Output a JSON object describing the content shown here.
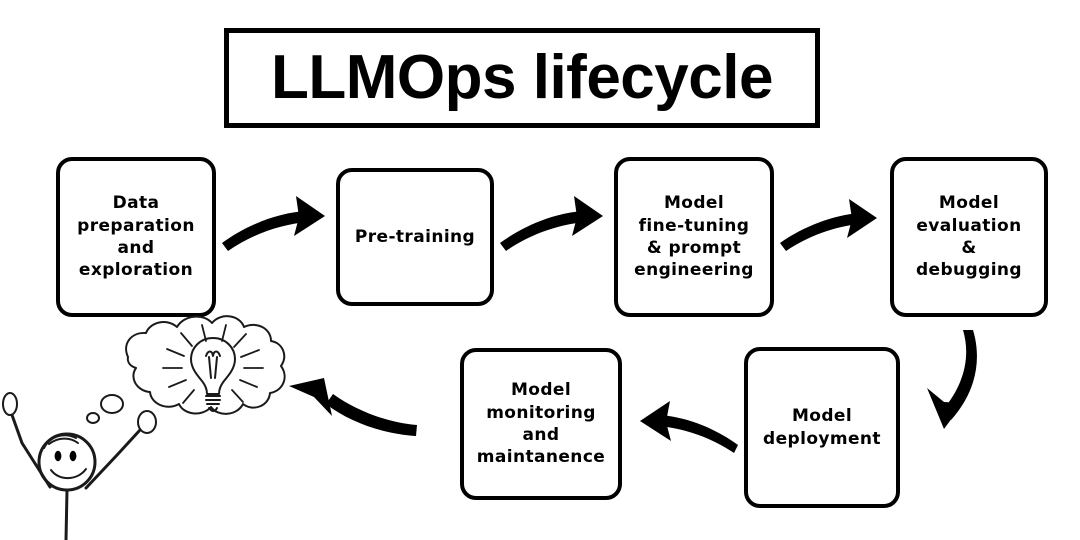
{
  "diagram": {
    "title": "LLMOps lifecycle",
    "type": "process-cycle-flowchart",
    "background_color": "#ffffff",
    "ink_color": "#000000"
  },
  "nodes": [
    {
      "id": "data-preparation",
      "label": "Data\npreparation\nand\nexploration",
      "row": "top",
      "order": 1
    },
    {
      "id": "pre-training",
      "label": "Pre-training",
      "row": "top",
      "order": 2
    },
    {
      "id": "model-fine-tuning",
      "label": "Model\nfine-tuning\n& prompt\nengineering",
      "row": "top",
      "order": 3
    },
    {
      "id": "model-evaluation",
      "label": "Model\nevaluation\n&\ndebugging",
      "row": "top",
      "order": 4
    },
    {
      "id": "model-deployment",
      "label": "Model\ndeployment",
      "row": "bottom",
      "order": 5
    },
    {
      "id": "model-monitoring",
      "label": "Model\nmonitoring\nand\nmaintanence",
      "row": "bottom",
      "order": 6
    }
  ],
  "connectors": [
    {
      "id": "arrow-1",
      "from": "data-preparation",
      "to": "pre-training",
      "direction": "right",
      "style": "curved"
    },
    {
      "id": "arrow-2",
      "from": "pre-training",
      "to": "model-fine-tuning",
      "direction": "right",
      "style": "curved"
    },
    {
      "id": "arrow-3",
      "from": "model-fine-tuning",
      "to": "model-evaluation",
      "direction": "right",
      "style": "curved"
    },
    {
      "id": "arrow-4",
      "from": "model-evaluation",
      "to": "model-deployment",
      "direction": "down-left",
      "style": "curved"
    },
    {
      "id": "arrow-5",
      "from": "model-deployment",
      "to": "model-monitoring",
      "direction": "left",
      "style": "curved"
    },
    {
      "id": "arrow-6",
      "from": "model-monitoring",
      "to": "thinking-person",
      "direction": "left",
      "style": "curved"
    }
  ],
  "illustration": {
    "id": "thinking-person",
    "figure": "stick-figure-with-raised-arms",
    "expression": "smiling",
    "thought_bubble": {
      "shape": "cloud",
      "contains": "lightbulb-idea-icon",
      "rays": 12
    }
  }
}
